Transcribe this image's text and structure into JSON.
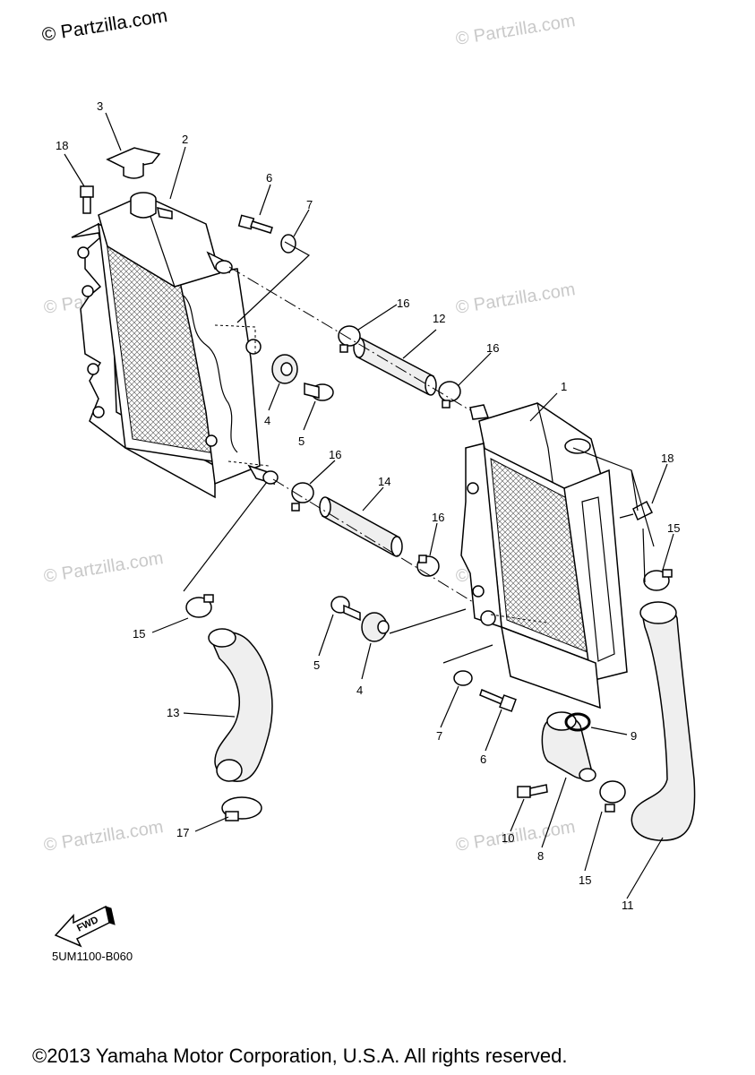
{
  "watermark": {
    "primary": "© Partzilla.com",
    "faded": "© Partzilla.com"
  },
  "diagram_code": "5UM1100-B060",
  "fwd_label": "FWD",
  "copyright": "©2013 Yamaha Motor Corporation, U.S.A. All rights reserved.",
  "callouts": [
    {
      "id": "c1",
      "label": "1"
    },
    {
      "id": "c2",
      "label": "2"
    },
    {
      "id": "c3",
      "label": "3"
    },
    {
      "id": "c4a",
      "label": "4"
    },
    {
      "id": "c4b",
      "label": "4"
    },
    {
      "id": "c5a",
      "label": "5"
    },
    {
      "id": "c5b",
      "label": "5"
    },
    {
      "id": "c6a",
      "label": "6"
    },
    {
      "id": "c6b",
      "label": "6"
    },
    {
      "id": "c7a",
      "label": "7"
    },
    {
      "id": "c7b",
      "label": "7"
    },
    {
      "id": "c8",
      "label": "8"
    },
    {
      "id": "c9",
      "label": "9"
    },
    {
      "id": "c10",
      "label": "10"
    },
    {
      "id": "c11",
      "label": "11"
    },
    {
      "id": "c12",
      "label": "12"
    },
    {
      "id": "c13",
      "label": "13"
    },
    {
      "id": "c14",
      "label": "14"
    },
    {
      "id": "c15a",
      "label": "15"
    },
    {
      "id": "c15b",
      "label": "15"
    },
    {
      "id": "c15c",
      "label": "15"
    },
    {
      "id": "c16a",
      "label": "16"
    },
    {
      "id": "c16b",
      "label": "16"
    },
    {
      "id": "c16c",
      "label": "16"
    },
    {
      "id": "c16d",
      "label": "16"
    },
    {
      "id": "c17",
      "label": "17"
    },
    {
      "id": "c18a",
      "label": "18"
    },
    {
      "id": "c18b",
      "label": "18"
    }
  ]
}
